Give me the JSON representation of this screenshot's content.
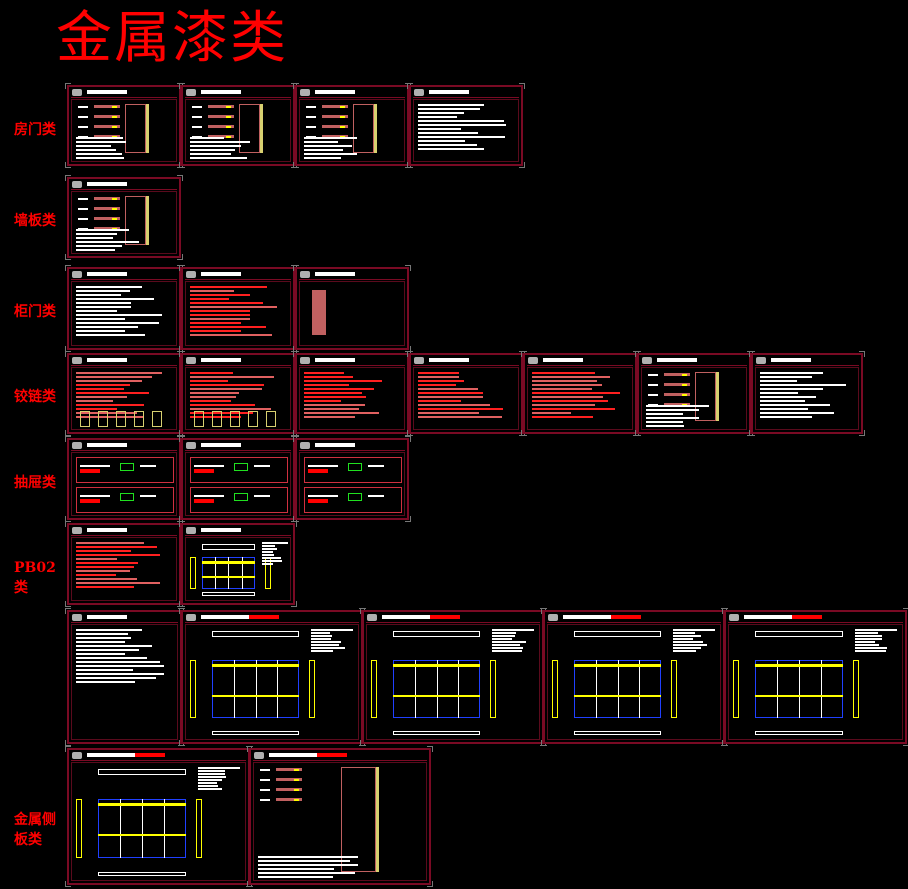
{
  "title": "金属漆类",
  "categories": [
    {
      "label": "房门类"
    },
    {
      "label": "墙板类"
    },
    {
      "label": "柜门类"
    },
    {
      "label": "铰链类"
    },
    {
      "label": "抽屉类"
    },
    {
      "label": "PB02类"
    },
    {
      "label": "金属侧板类"
    }
  ],
  "colors": {
    "title": "#ff0000",
    "frame": "#7a0a24",
    "background": "#000000"
  }
}
